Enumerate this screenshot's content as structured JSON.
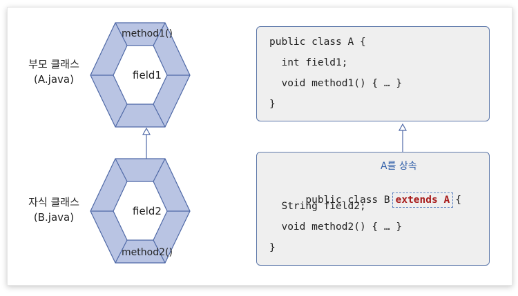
{
  "parent": {
    "label_line1": "부모 클래스",
    "label_line2": "(A.java)",
    "inner_text": "field1",
    "top_text": "method1()"
  },
  "child": {
    "label_line1": "자식 클래스",
    "label_line2": "(B.java)",
    "inner_text": "field2",
    "bottom_text": "method2()"
  },
  "code_a": {
    "line1": "public class A {",
    "line2": "  int field1;",
    "line3": "  void method1() { … }",
    "line4": "}"
  },
  "code_b": {
    "line1_prefix": "public class B",
    "extends_keyword": "extends A",
    "line1_suffix": "{",
    "line2": "  String field2;",
    "line3": "  void method2() { … }",
    "line4": "}"
  },
  "extends_caption": "A를 상속",
  "colors": {
    "hex_fill": "#b9c4e3",
    "hex_stroke": "#4e68a6",
    "box_border": "#5a75a8",
    "keyword": "#a81c1c",
    "caption": "#2f5ea8"
  }
}
